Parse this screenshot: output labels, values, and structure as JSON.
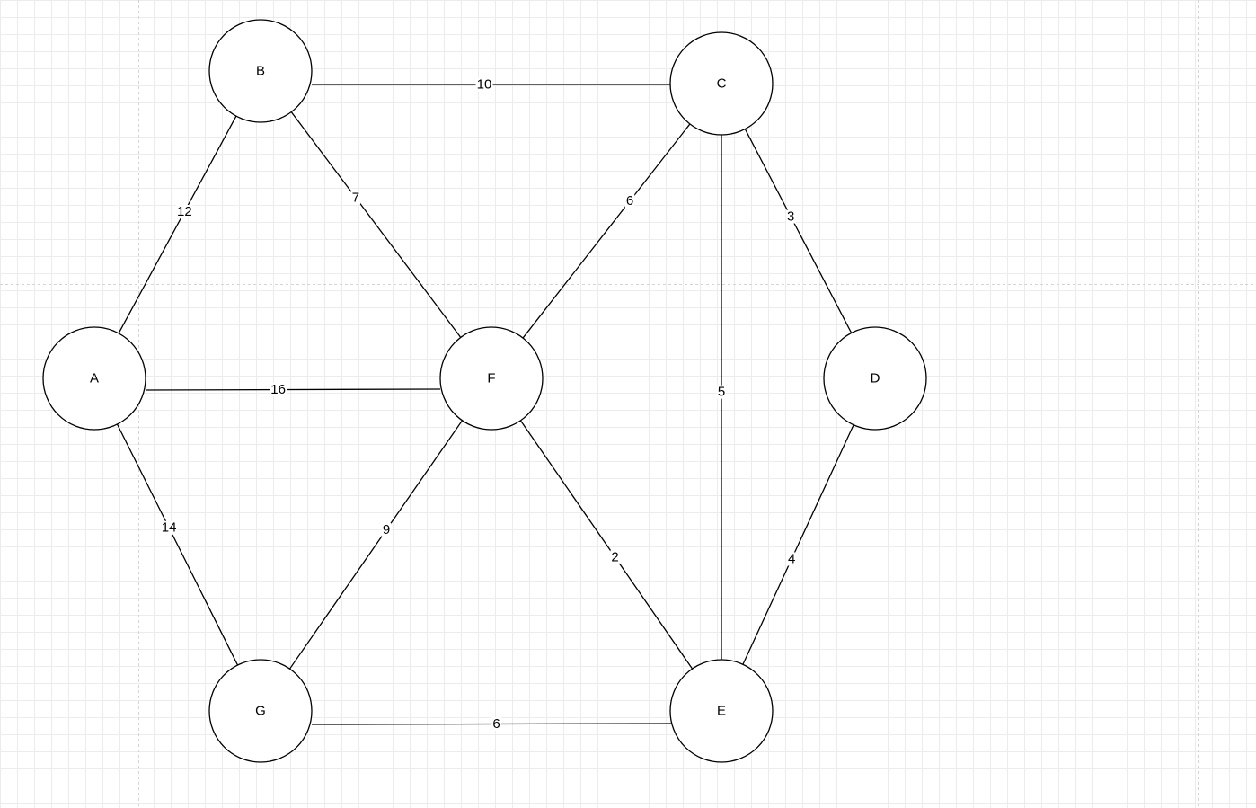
{
  "diagram": {
    "type": "weighted-undirected-graph",
    "colors": {
      "background": "#ffffff",
      "grid": "#ececec",
      "guide": "#d4d4d4",
      "stroke": "#000000",
      "text": "#000000"
    },
    "nodes": [
      {
        "id": "A",
        "label": "A"
      },
      {
        "id": "B",
        "label": "B"
      },
      {
        "id": "C",
        "label": "C"
      },
      {
        "id": "D",
        "label": "D"
      },
      {
        "id": "E",
        "label": "E"
      },
      {
        "id": "F",
        "label": "F"
      },
      {
        "id": "G",
        "label": "G"
      }
    ],
    "edges": [
      {
        "from": "B",
        "to": "C",
        "weight": "10"
      },
      {
        "from": "B",
        "to": "A",
        "weight": "12"
      },
      {
        "from": "B",
        "to": "F",
        "weight": "7"
      },
      {
        "from": "C",
        "to": "F",
        "weight": "6"
      },
      {
        "from": "C",
        "to": "D",
        "weight": "3"
      },
      {
        "from": "C",
        "to": "E",
        "weight": "5"
      },
      {
        "from": "A",
        "to": "F",
        "weight": "16"
      },
      {
        "from": "A",
        "to": "G",
        "weight": "14"
      },
      {
        "from": "F",
        "to": "G",
        "weight": "9"
      },
      {
        "from": "F",
        "to": "E",
        "weight": "2"
      },
      {
        "from": "D",
        "to": "E",
        "weight": "4"
      },
      {
        "from": "G",
        "to": "E",
        "weight": "6"
      }
    ]
  }
}
